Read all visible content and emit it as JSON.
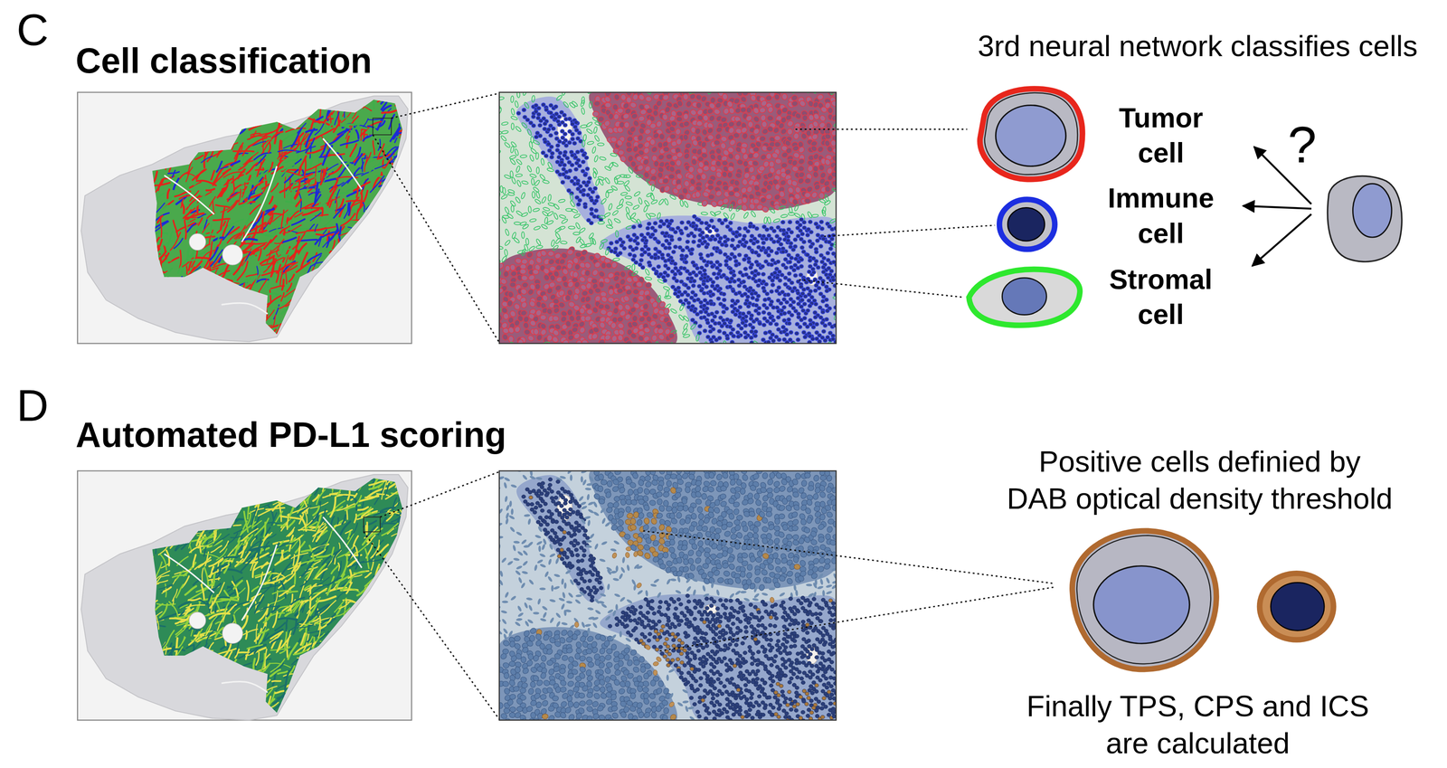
{
  "diagram": {
    "labels": [
      "C",
      "Cell classification",
      "3rd neural network classifies cells",
      "Tumor cell",
      "?",
      "Immune cell",
      "Stromal cell",
      "D",
      "Automated PD-L1 scoring",
      "Positive cells definied by DAB optical density threshold",
      "Finally TPS, CPS and ICS are calculated"
    ]
  }
}
